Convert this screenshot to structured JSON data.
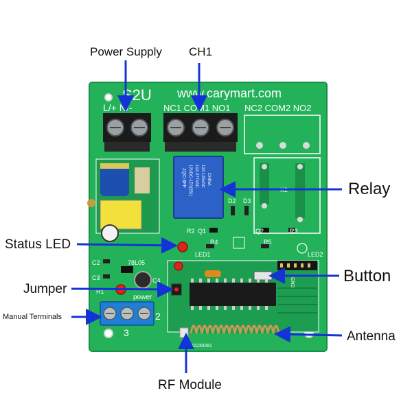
{
  "callouts": {
    "power_supply": "Power Supply",
    "ch1": "CH1",
    "relay": "Relay",
    "status_led": "Status LED",
    "button": "Button",
    "jumper": "Jumper",
    "manual_terminals": "Manual Terminals",
    "antenna": "Antenna",
    "rf_module": "RF Module"
  },
  "board": {
    "model": "S2U",
    "website": "www.carymart.com",
    "power_terminal_label": "L/+ N/-",
    "ch1_terminal_label": "NC1 COM1 NO1",
    "ch2_terminal_label": "NC2 COM2 NO2",
    "relay_k2": "K2",
    "relay_text": [
      "JQC-3FF",
      "12VDC-1ZS(551)",
      "10A 277VAC",
      "12A 125VAC",
      "CHINA"
    ],
    "silk": {
      "r2": "R2",
      "q1": "Q1",
      "d2": "D2",
      "d3": "D3",
      "q2": "Q2",
      "r3": "R3",
      "r4": "R4",
      "r5": "R5",
      "led1": "LED1",
      "led2": "LED2",
      "c2": "C2",
      "c3": "C3",
      "c4": "C4",
      "regulator": "78L05",
      "r1": "R1",
      "power": "power",
      "terminal_2": "2",
      "terminal_3": "3",
      "gnd": "GND",
      "serial": "1602230281"
    }
  },
  "colors": {
    "pcb": "#23b25a",
    "pcb_dark": "#1a8f47",
    "arrow": "#1433d6",
    "terminal_black": "#1b1b1b",
    "terminal_blue": "#1f7fd6",
    "relay_blue": "#2c62c8",
    "led_red": "#e0241b",
    "antenna_coil": "#c79a52"
  }
}
